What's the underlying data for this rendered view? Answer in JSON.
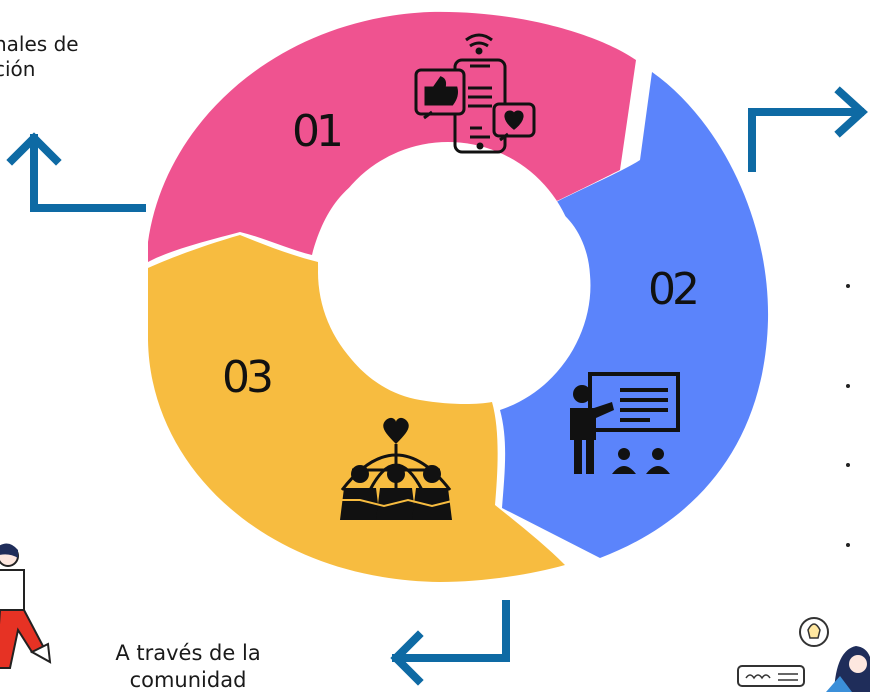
{
  "diagram": {
    "segments": [
      {
        "number": "01",
        "color": "#EF5390",
        "icon": "social-media-phone-icon"
      },
      {
        "number": "02",
        "color": "#5B84FB",
        "icon": "presentation-teacher-icon"
      },
      {
        "number": "03",
        "color": "#F7BC40",
        "icon": "community-globe-icon"
      }
    ],
    "arrow_color": "#0E6AA4"
  },
  "captions": {
    "top_left_line1": "nales de",
    "top_left_line2": "ción",
    "bottom_line1": "A través de la",
    "bottom_line2": "comunidad"
  },
  "bullets_count": 4
}
